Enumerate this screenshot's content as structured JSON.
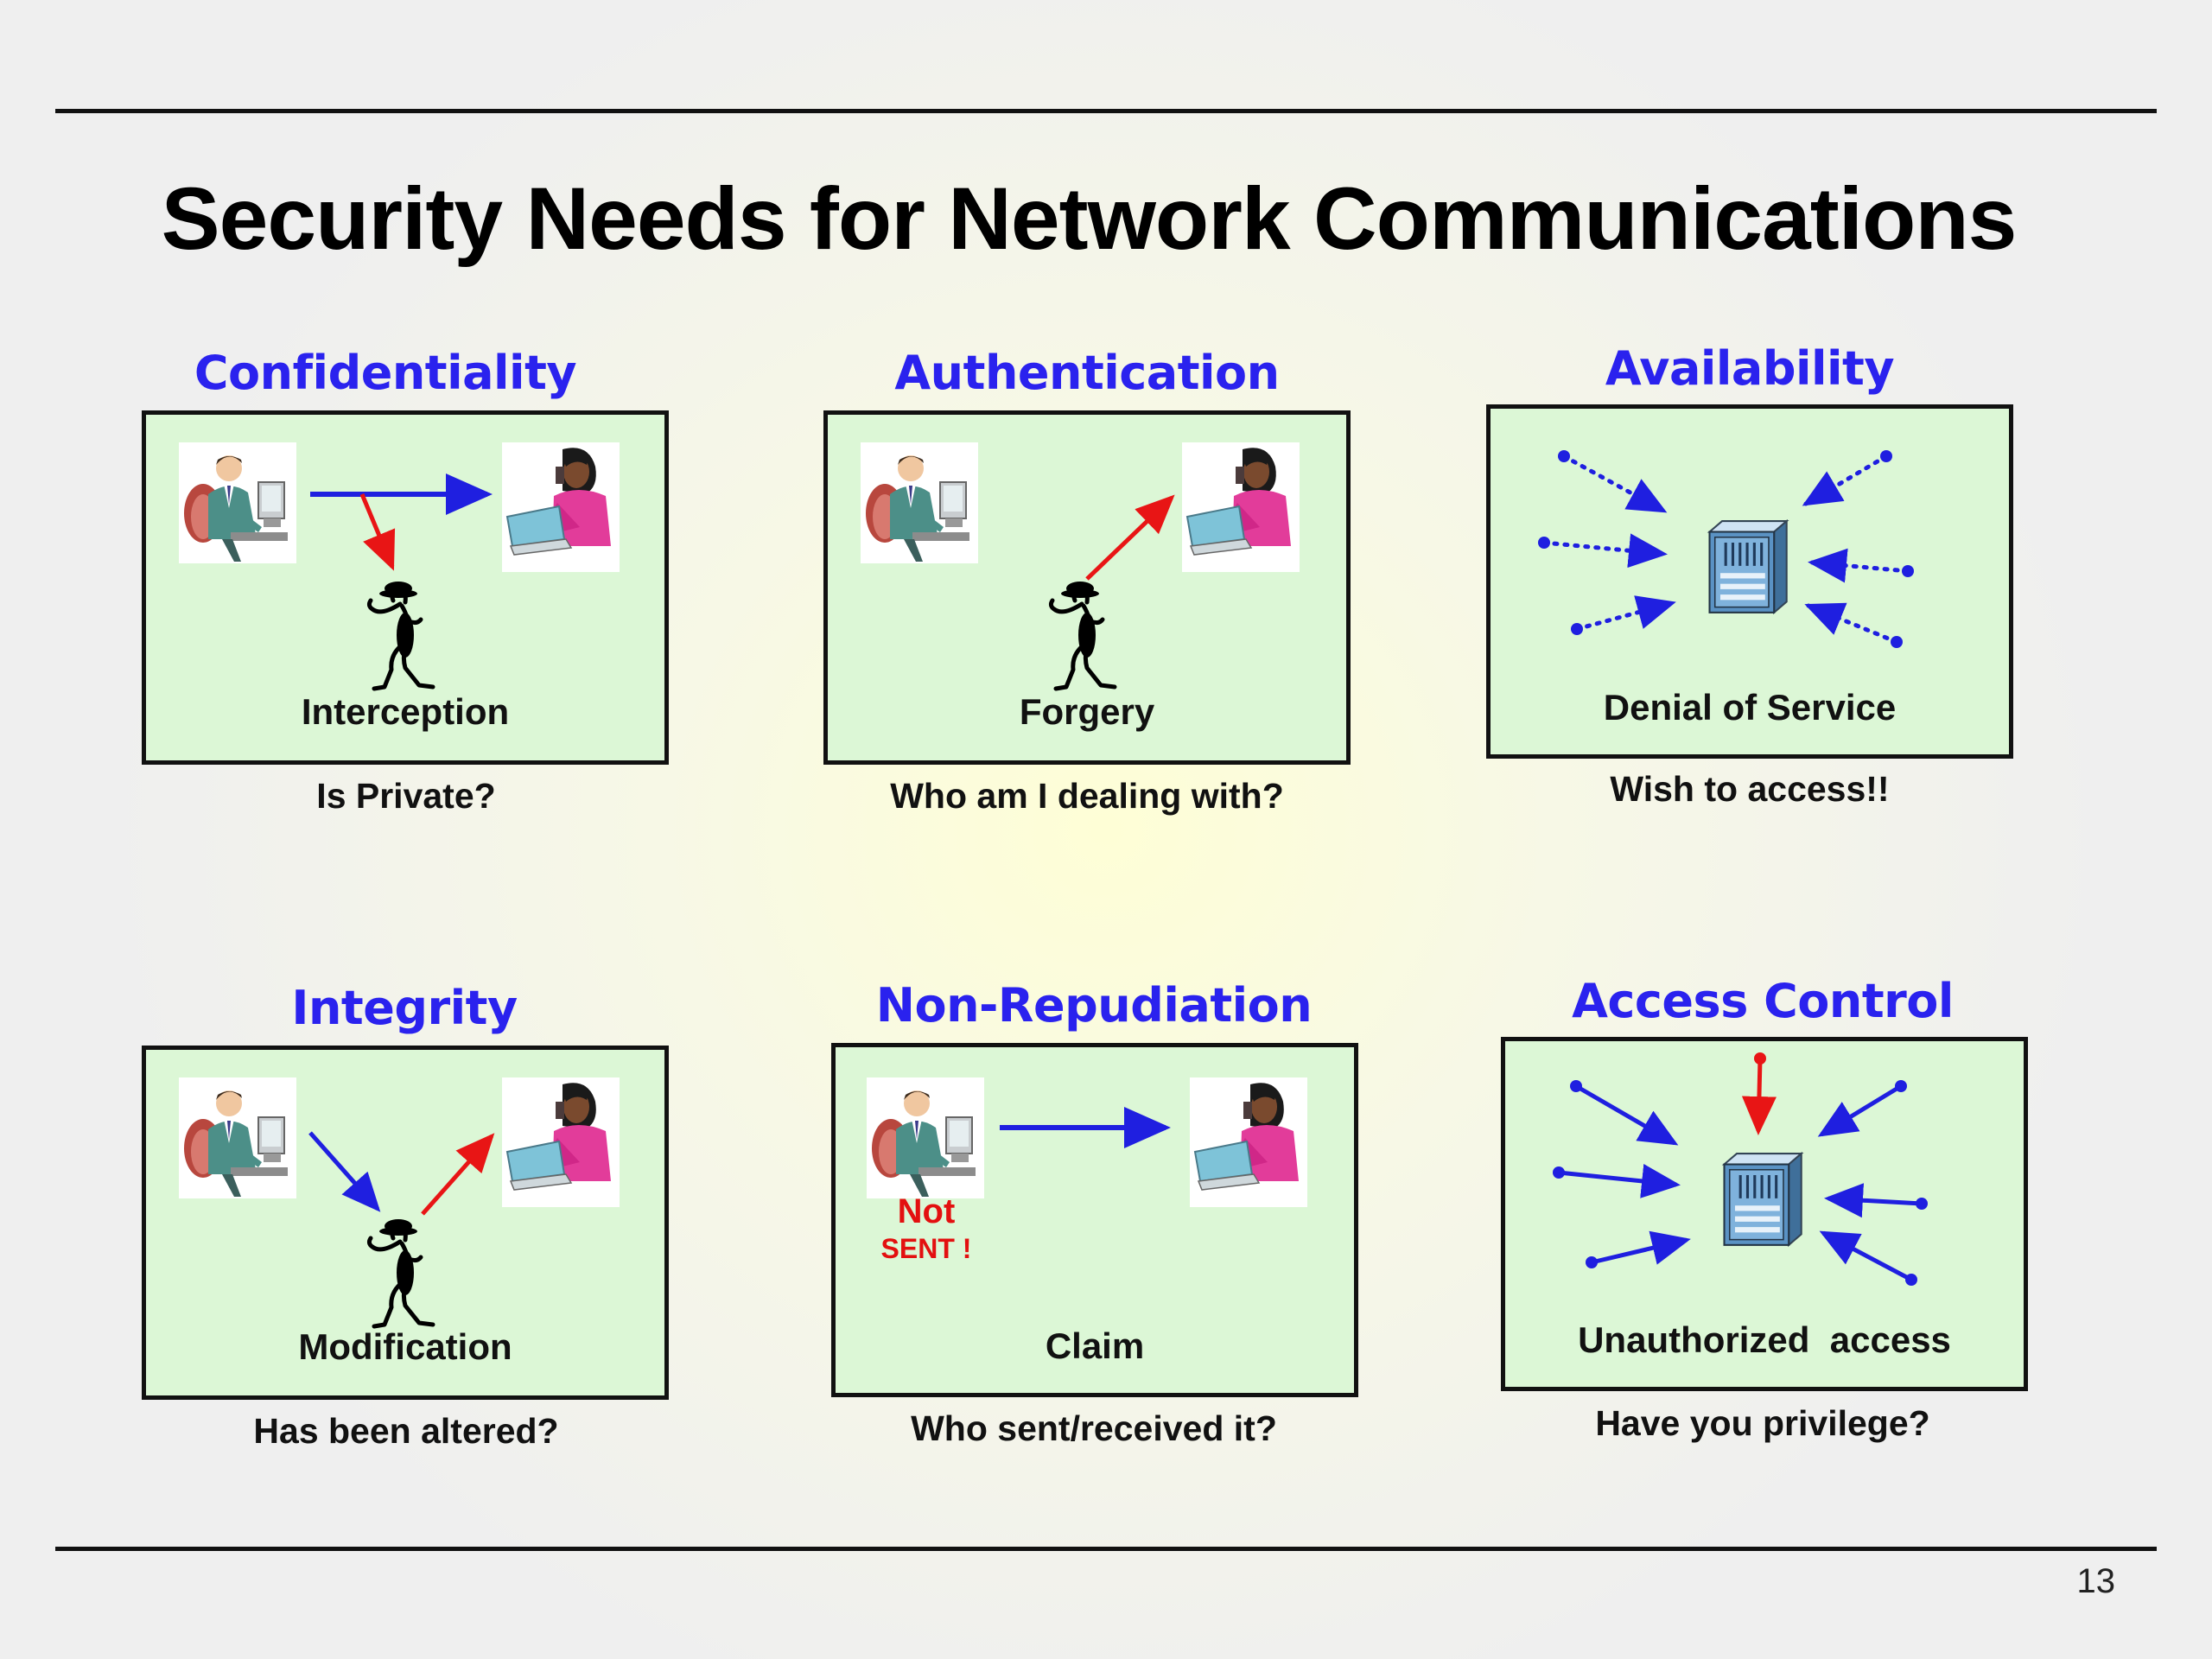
{
  "title": "Security Needs for Network Communications",
  "page_number": "13",
  "cells": [
    {
      "heading": "Confidentiality",
      "label": "Interception",
      "question": "Is Private?"
    },
    {
      "heading": "Authentication",
      "label": "Forgery",
      "question": "Who am I dealing with?"
    },
    {
      "heading": "Availability",
      "label": "Denial of Service",
      "question": "Wish to access!!"
    },
    {
      "heading": "Integrity",
      "label": "Modification",
      "question": "Has been altered?"
    },
    {
      "heading": "Non-Repudiation",
      "label": "Claim",
      "question": "Who sent/received it?",
      "note_line1": "Not",
      "note_line2": "SENT !"
    },
    {
      "heading": "Access Control",
      "label": "Unauthorized  access",
      "question": "Have you privilege?"
    }
  ],
  "icons": [
    "businessman-icon",
    "woman-laptop-icon",
    "eavesdropper-icon",
    "server-icon"
  ],
  "colors": {
    "heading": "#2a22ee",
    "panel": "#dcf7d6",
    "arrow_blue": "#1f1fe0",
    "arrow_red": "#e81515",
    "note": "#e31010"
  }
}
